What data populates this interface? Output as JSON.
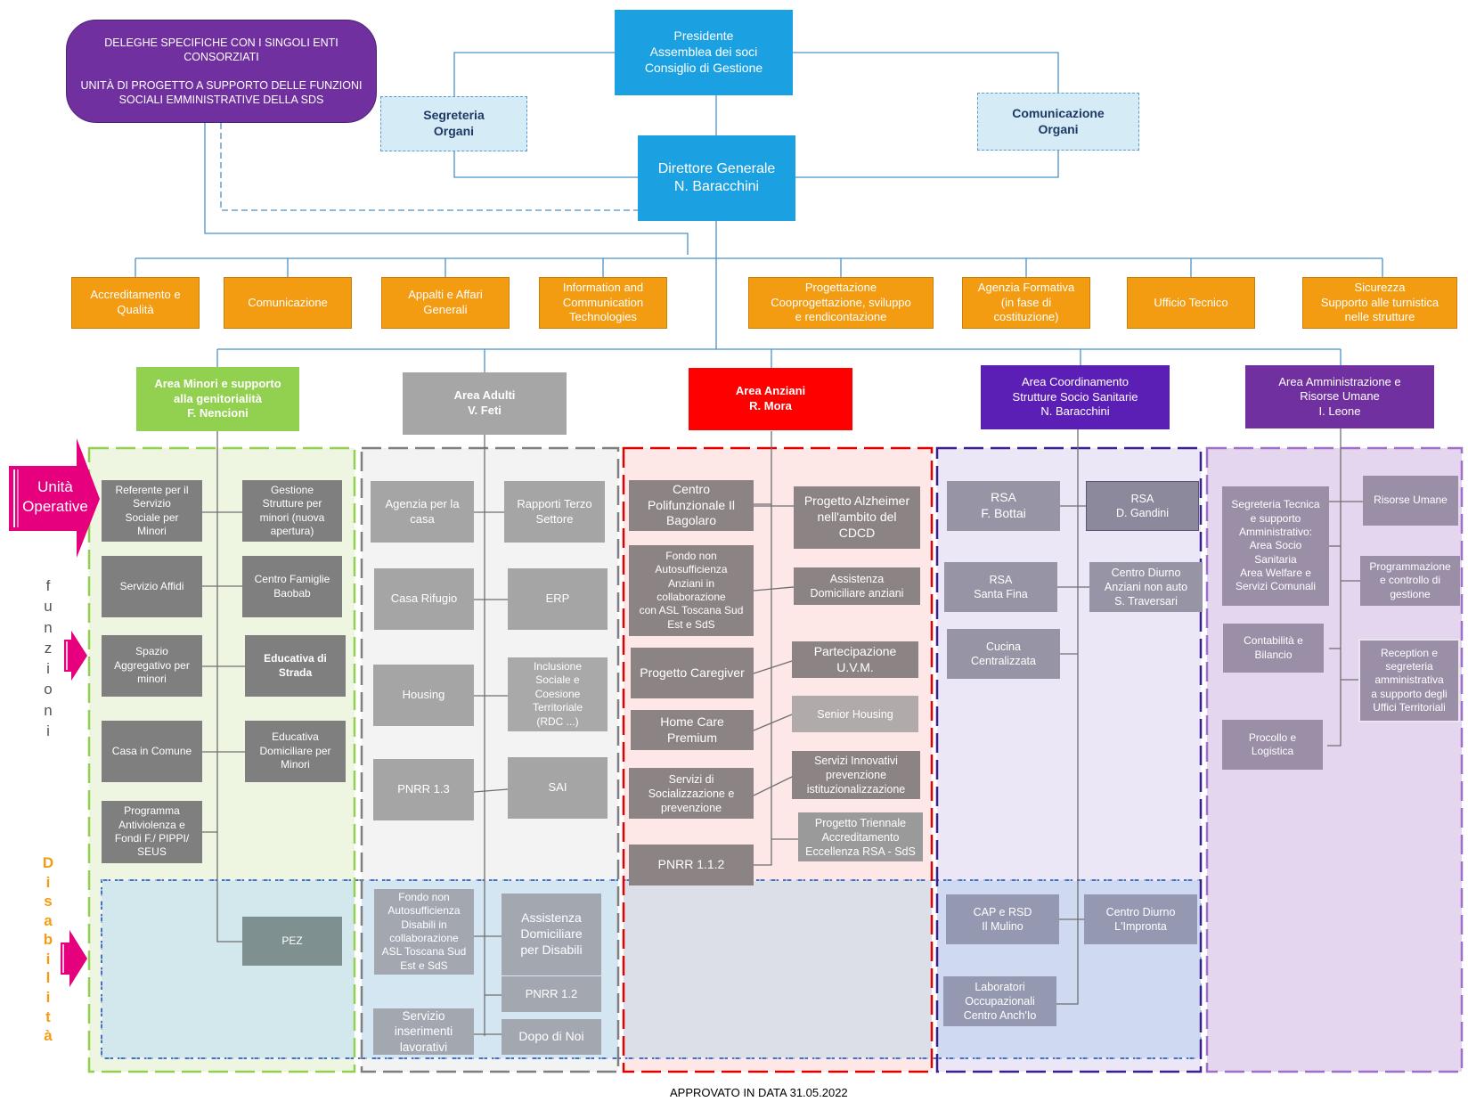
{
  "colors": {
    "presidente": "#1ba1e2",
    "staff": "#f39c12",
    "area_minori": "#92d050",
    "area_adulti": "#a6a6a6",
    "area_anziani": "#ff0000",
    "area_coordinamento": "#5b1fb6",
    "area_amministrazione": "#7030a0",
    "unita_operative_arrow": "#e6007e",
    "disabilita_text": "#f39c12"
  },
  "top": {
    "presidente": "Presidente\nAssemblea dei soci\nConsiglio di Gestione",
    "segreteria": "Segreteria\nOrgani",
    "comunicazione": "Comunicazione\nOrgani",
    "direttore": "Direttore Generale\nN. Baracchini",
    "deleghe": "DELEGHE SPECIFICHE CON I SINGOLI ENTI CONSORZIATI\n\nUNITÀ DI PROGETTO A SUPPORTO DELLE FUNZIONI SOCIALI EMMINISTRATIVE DELLA SDS"
  },
  "staff": [
    "Accreditamento e\nQualità",
    "Comunicazione",
    "Appalti e Affari\nGenerali",
    "Information and\nCommunication\nTechnologies",
    "Progettazione\nCooprogettazione,  sviluppo\ne rendicontazione",
    "Agenzia Formativa\n(in fase di\ncostituzione)",
    "Ufficio Tecnico",
    "Sicurezza\nSupporto alle turnistica\nnelle strutture"
  ],
  "areas": {
    "minori": "Area Minori e supporto\nalla genitorialità\nF. Nencioni",
    "adulti": "Area Adulti\nV. Feti",
    "anziani": "Area Anziani\nR. Mora",
    "coordinamento": "Area Coordinamento\nStrutture Socio Sanitarie\nN. Baracchini",
    "amministrazione": "Area Amministrazione e\nRisorse Umane\nI. Leone"
  },
  "side_labels": {
    "unita_operative": "Unità\nOperative",
    "funzioni": "f\nu\nn\nz\ni\no\nn\ni",
    "disabilita": "D\ni\ns\na\nb\ni\nl\ni\nt\nà"
  },
  "minori_units": [
    "Referente per il\nServizio\nSociale  per\nMinori",
    "Gestione\nStrutture per\nminori (nuova\napertura)",
    "Servizio Affidi",
    "Centro Famiglie\nBaobab",
    "Spazio\nAggregativo per\nminori",
    "Educativa di\nStrada",
    "Casa in Comune",
    "Educativa\nDomiciliare per\nMinori",
    "Programma\nAntiviolenza e\nFondi F./ PIPPI/\nSEUS",
    "PEZ"
  ],
  "adulti_units": [
    "Agenzia per la\ncasa",
    "Rapporti Terzo\nSettore",
    "Casa Rifugio",
    "ERP",
    "Housing",
    "Inclusione\nSociale e\nCoesione\nTerritoriale\n(RDC ...)",
    "PNRR 1.3",
    "SAI",
    "Fondo non\nAutosufficienza\nDisabili in\ncollaborazione\nASL Toscana Sud\nEst e SdS",
    "Assistenza\nDomiciliare\nper Disabili",
    "PNRR 1.2",
    "Servizio\ninserimenti\nlavorativi",
    "Dopo di Noi"
  ],
  "anziani_units": [
    "Centro\nPolifunzionale Il\nBagolaro",
    "Progetto Alzheimer\nnell'ambito del\nCDCD",
    "Fondo non\nAutosufficienza\nAnziani in\ncollaborazione\ncon  ASL Toscana Sud\nEst e SdS",
    "Assistenza\nDomiciliare anziani",
    "Progetto Caregiver",
    "Partecipazione\nU.V.M.",
    "Senior Housing",
    "Home Care\nPremium",
    "Servizi Innovativi\nprevenzione\nistituzionalizzazione",
    "Servizi di\nSocializzazione e\nprevenzione",
    "Progetto Triennale\nAccreditamento\nEccellenza RSA - SdS",
    "PNRR 1.1.2"
  ],
  "coord_units": [
    "RSA\nF. Bottai",
    "RSA\nD. Gandini",
    "RSA\nSanta Fina",
    "Centro Diurno\nAnziani non auto\nS. Traversari",
    "Cucina\nCentralizzata",
    "CAP e RSD\nIl Mulino",
    "Centro Diurno\nL'Impronta",
    "Laboratori\nOccupazionali\nCentro Anch'Io"
  ],
  "amm_units": [
    "Segreteria Tecnica\ne supporto\nAmministrativo:\nArea Socio\nSanitaria\nArea Welfare e\nServizi Comunali",
    "Risorse Umane",
    "Programmazione\ne controllo di\ngestione",
    "Contabilità e\nBilancio",
    "Reception e\nsegreteria\namministrativa\na supporto degli\nUffici Territoriali",
    "Procollo e\nLogistica"
  ],
  "footer": "APPROVATO IN DATA 31.05.2022"
}
